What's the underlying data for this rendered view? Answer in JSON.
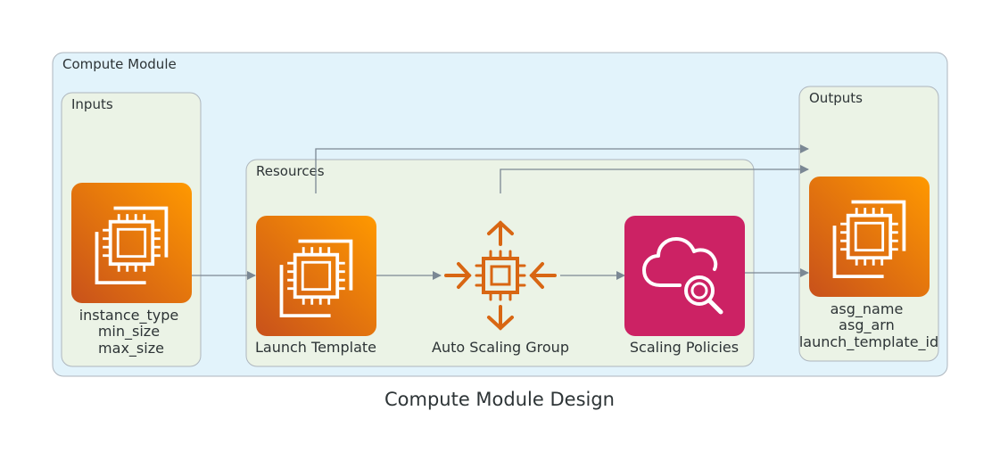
{
  "diagram": {
    "title": "Compute Module Design",
    "outer_cluster": {
      "label": "Compute Module"
    },
    "inputs_cluster": {
      "label": "Inputs",
      "node": {
        "icon": "ec2-instances-icon",
        "lines": [
          "instance_type",
          "min_size",
          "max_size"
        ]
      }
    },
    "resources_cluster": {
      "label": "Resources",
      "launch_template": {
        "icon": "ec2-instances-icon",
        "label": "Launch Template"
      },
      "auto_scaling_group": {
        "icon": "auto-scaling-icon",
        "label": "Auto Scaling Group"
      },
      "scaling_policies": {
        "icon": "cloud-search-icon",
        "label": "Scaling Policies"
      }
    },
    "outputs_cluster": {
      "label": "Outputs",
      "node": {
        "icon": "ec2-instances-icon",
        "lines": [
          "asg_name",
          "asg_arn",
          "launch_template_id"
        ]
      }
    },
    "edges": [
      {
        "from": "inputs",
        "to": "launch_template"
      },
      {
        "from": "launch_template",
        "to": "auto_scaling_group"
      },
      {
        "from": "auto_scaling_group",
        "to": "scaling_policies"
      },
      {
        "from": "scaling_policies",
        "to": "outputs"
      },
      {
        "from": "launch_template",
        "to": "outputs"
      },
      {
        "from": "auto_scaling_group",
        "to": "outputs"
      }
    ],
    "colors": {
      "outer_fill": "#e2f3fb",
      "inner_fill": "#ebf3e6",
      "cluster_stroke": "#aeb6be",
      "edge": "#7b8894",
      "ec2_orange_light": "#f78e04",
      "ec2_orange_dark": "#d05c17",
      "asg_orange": "#d86613",
      "policy_pink": "#cc2264"
    }
  }
}
